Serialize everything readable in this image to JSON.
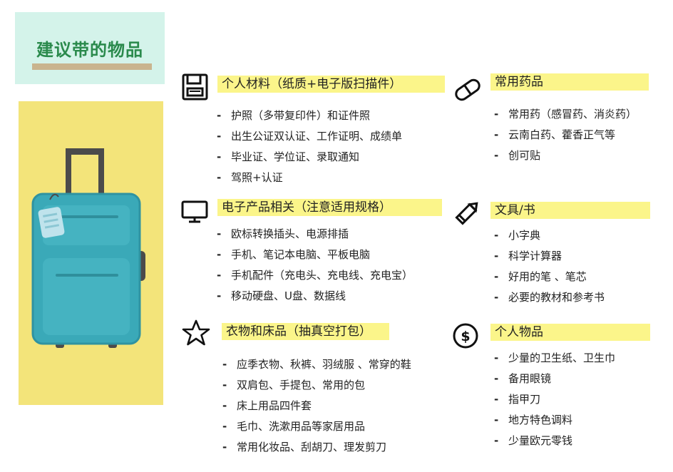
{
  "title": "建议带的物品",
  "sections": [
    {
      "icon": "floppy-disk-icon",
      "heading": "个人材料（纸质+电子版扫描件）",
      "items": [
        "护照（多带复印件）和证件照",
        "出生公证双认证、工作证明、成绩单",
        "毕业证、学位证、录取通知",
        "驾照+认证"
      ]
    },
    {
      "icon": "pill-icon",
      "heading": "常用药品",
      "items": [
        "常用药（感冒药、消炎药）",
        "云南白药、藿香正气等",
        "创可贴"
      ]
    },
    {
      "icon": "monitor-icon",
      "heading": "电子产品相关（注意适用规格）",
      "items": [
        "欧标转换插头、电源排插",
        "手机、笔记本电脑、平板电脑",
        "手机配件（充电头、充电线、充电宝）",
        "移动硬盘、U盘、数据线"
      ]
    },
    {
      "icon": "pencil-icon",
      "heading": "文具/书",
      "items": [
        "小字典",
        "科学计算器",
        "好用的笔 、笔芯",
        "必要的教材和参考书"
      ]
    },
    {
      "icon": "star-icon",
      "heading": "衣物和床品（抽真空打包）",
      "items": [
        "应季衣物、秋裤、羽绒服 、常穿的鞋",
        "双肩包、手提包、常用的包",
        "床上用品四件套",
        "毛巾、洗漱用品等家居用品",
        "常用化妆品、刮胡刀、理发剪刀"
      ]
    },
    {
      "icon": "dollar-coin-icon",
      "heading": "个人物品",
      "items": [
        "少量的卫生纸、卫生巾",
        "备用眼镜",
        "指甲刀",
        "地方特色调料",
        "少量欧元零钱"
      ]
    }
  ],
  "dash": "-"
}
